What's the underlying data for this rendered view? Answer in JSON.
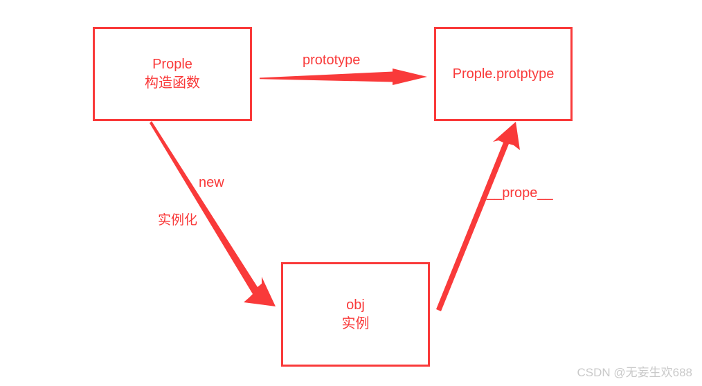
{
  "diagram": {
    "accent_color": "#f93a3a",
    "background_color": "#ffffff",
    "nodes": [
      {
        "id": "constructor",
        "title": "Prople",
        "subtitle": "构造函数"
      },
      {
        "id": "prototype",
        "title": "Prople.protptype",
        "subtitle": ""
      },
      {
        "id": "instance",
        "title": "obj",
        "subtitle": "实例"
      }
    ],
    "edges": [
      {
        "id": "prototype-edge",
        "label": "prototype",
        "from": "constructor",
        "to": "prototype"
      },
      {
        "id": "new-edge",
        "label": "new",
        "label2": "实例化",
        "from": "constructor",
        "to": "instance"
      },
      {
        "id": "proto-edge",
        "label": "__prope__",
        "from": "instance",
        "to": "prototype"
      }
    ]
  },
  "watermark": {
    "text": "CSDN @无妄生欢688"
  }
}
